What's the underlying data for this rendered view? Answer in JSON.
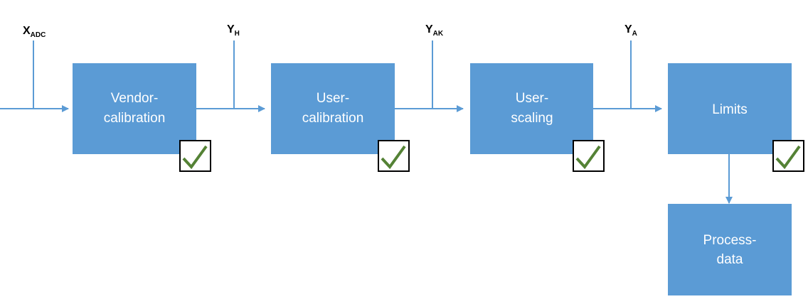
{
  "blocks": [
    {
      "id": "vendor-calibration",
      "line1": "Vendor-",
      "line2": "calibration"
    },
    {
      "id": "user-calibration",
      "line1": "User-",
      "line2": "calibration"
    },
    {
      "id": "user-scaling",
      "line1": "User-",
      "line2": "scaling"
    },
    {
      "id": "limits",
      "line1": "Limits",
      "line2": ""
    },
    {
      "id": "process-data",
      "line1": "Process-",
      "line2": "data"
    }
  ],
  "signals": [
    {
      "id": "x-adc",
      "main": "X",
      "sub": "ADC"
    },
    {
      "id": "y-h",
      "main": "Y",
      "sub": "H"
    },
    {
      "id": "y-ak",
      "main": "Y",
      "sub": "AK"
    },
    {
      "id": "y-a",
      "main": "Y",
      "sub": "A"
    }
  ],
  "colors": {
    "block_fill": "#5b9bd5",
    "line": "#5b9bd5",
    "check": "#548235",
    "check_box_border": "#000000"
  },
  "icons": {
    "checkmark": "checkmark-icon"
  }
}
